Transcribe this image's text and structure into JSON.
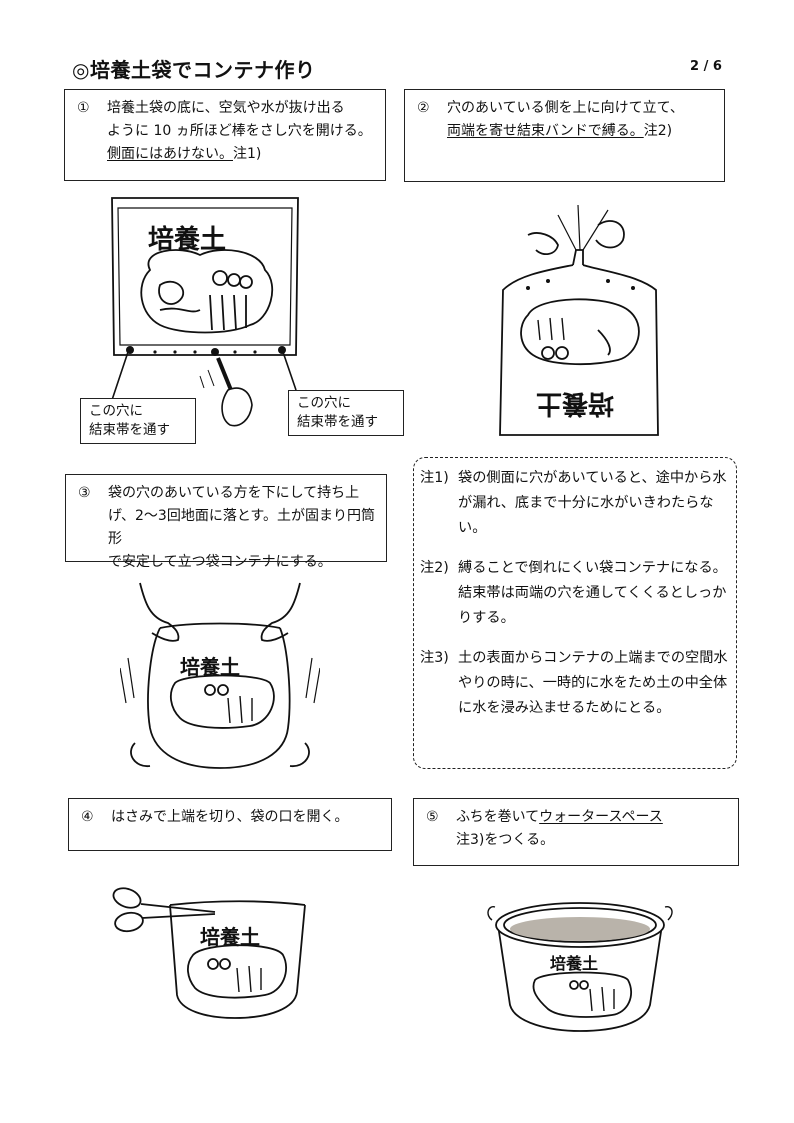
{
  "header": {
    "title": "◎培養土袋でコンテナ作り",
    "page": "2 / 6"
  },
  "steps": [
    {
      "num": "①",
      "lines": [
        "培養土袋の底に、空気や水が抜け出る",
        "ように 10 ヵ所ほど棒をさし穴を開ける。",
        "側面にはあけない。",
        "注1)"
      ]
    },
    {
      "num": "②",
      "lines": [
        "穴のあいている側を上に向けて立て、",
        "両端を寄せ結束バンドで縛る。",
        "注2)"
      ]
    },
    {
      "num": "③",
      "lines": [
        "袋の穴のあいている方を下にして持ち上",
        "げ、2～3回地面に落とす。土が固まり円筒形",
        "で安定して立つ袋コンテナにする。"
      ]
    },
    {
      "num": "④",
      "lines": [
        "はさみで上端を切り、袋の口を開く。"
      ]
    },
    {
      "num": "⑤",
      "lines": [
        "ふちを巻いて",
        "ウォータースペース",
        "注3)をつくる。"
      ]
    }
  ],
  "callouts": {
    "left": [
      "この穴に",
      "結束帯を通す"
    ],
    "right": [
      "この穴に",
      "結束帯を通す"
    ]
  },
  "bag_label": "培養土",
  "notes": [
    {
      "label": "注1)",
      "text": "袋の側面に穴があいていると、途中から水が漏れ、底まで十分に水がいきわたらない。"
    },
    {
      "label": "注2)",
      "text": "縛ることで倒れにくい袋コンテナになる。結束帯は両端の穴を通してくくるとしっかりする。"
    },
    {
      "label": "注3)",
      "text": "土の表面からコンテナの上端までの空間水やりの時に、一時的に水をため土の中全体に水を浸み込ませるためにとる。"
    }
  ]
}
